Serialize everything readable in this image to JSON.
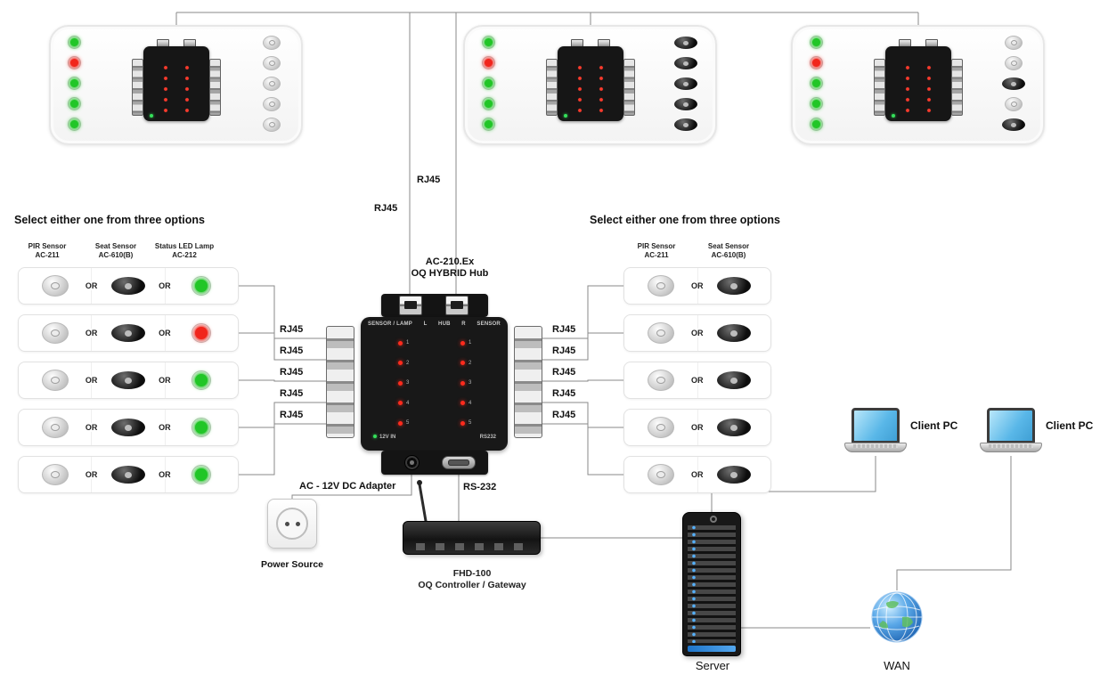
{
  "connections": {
    "rj45": "RJ45",
    "rs232_link": "RS-232",
    "dc_link": "AC - 12V DC Adapter"
  },
  "or_label": "OR",
  "hub": {
    "model": "AC-210.Ex",
    "name": "OQ HYBRID Hub",
    "header": {
      "sensor_lamp": "SENSOR / LAMP",
      "l": "L",
      "hub": "HUB",
      "r": "R",
      "sensor": "SENSOR"
    },
    "channels": [
      "1",
      "2",
      "3",
      "4",
      "5"
    ],
    "power_port": "12V IN",
    "serial_port": "RS232"
  },
  "left_options": {
    "title": "Select either one from three options",
    "columns": [
      {
        "name": "PIR Sensor",
        "model": "AC-211"
      },
      {
        "name": "Seat Sensor",
        "model": "AC-610(B)"
      },
      {
        "name": "Status LED Lamp",
        "model": "AC-212"
      }
    ],
    "rows": [
      {
        "led_color": "#21c627"
      },
      {
        "led_color": "#f1251c"
      },
      {
        "led_color": "#21c627"
      },
      {
        "led_color": "#21c627"
      },
      {
        "led_color": "#21c627"
      }
    ]
  },
  "right_options": {
    "title": "Select either one from three options",
    "columns": [
      {
        "name": "PIR Sensor",
        "model": "AC-211"
      },
      {
        "name": "Seat Sensor",
        "model": "AC-610(B)"
      }
    ]
  },
  "room_panels": [
    {
      "led_colors": [
        "#21c627",
        "#f1251c",
        "#21c627",
        "#21c627",
        "#21c627"
      ]
    },
    {
      "led_colors": [
        "#21c627",
        "#f1251c",
        "#21c627",
        "#21c627",
        "#21c627"
      ]
    },
    {
      "led_colors": [
        "#21c627",
        "#f1251c",
        "#21c627",
        "#21c627",
        "#21c627"
      ]
    }
  ],
  "peripherals": {
    "power_source": "Power Source",
    "controller_model": "FHD-100",
    "controller_name": "OQ Controller / Gateway",
    "server": "Server",
    "wan": "WAN",
    "client_pc": "Client PC"
  },
  "colors": {
    "led_green": "#21c627",
    "led_red": "#f1251c",
    "status_dot_red": "#ff2b1d",
    "wire": "#8a8a8a"
  }
}
